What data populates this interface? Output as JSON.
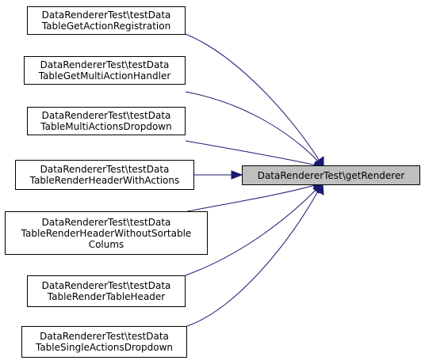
{
  "diagram": {
    "target": {
      "id": "getRenderer",
      "lines": [
        "DataRendererTest\\getRenderer"
      ],
      "fill": "#bfbfbf"
    },
    "callers": [
      {
        "id": "registration",
        "lines": [
          "DataRendererTest\\testData",
          "TableGetActionRegistration"
        ]
      },
      {
        "id": "multiActionHandler",
        "lines": [
          "DataRendererTest\\testData",
          "TableGetMultiActionHandler"
        ]
      },
      {
        "id": "multiActionsDropdown",
        "lines": [
          "DataRendererTest\\testData",
          "TableMultiActionsDropdown"
        ]
      },
      {
        "id": "renderHeaderWithActions",
        "lines": [
          "DataRendererTest\\testData",
          "TableRenderHeaderWithActions"
        ]
      },
      {
        "id": "renderHeaderWithoutSortable",
        "lines": [
          "DataRendererTest\\testData",
          "TableRenderHeaderWithoutSortable",
          "Colums"
        ]
      },
      {
        "id": "renderTableHeader",
        "lines": [
          "DataRendererTest\\testData",
          "TableRenderTableHeader"
        ]
      },
      {
        "id": "singleActionsDropdown",
        "lines": [
          "DataRendererTest\\testData",
          "TableSingleActionsDropdown"
        ]
      }
    ],
    "edge_color": "#191970",
    "edge_direction": "caller-to-target"
  }
}
